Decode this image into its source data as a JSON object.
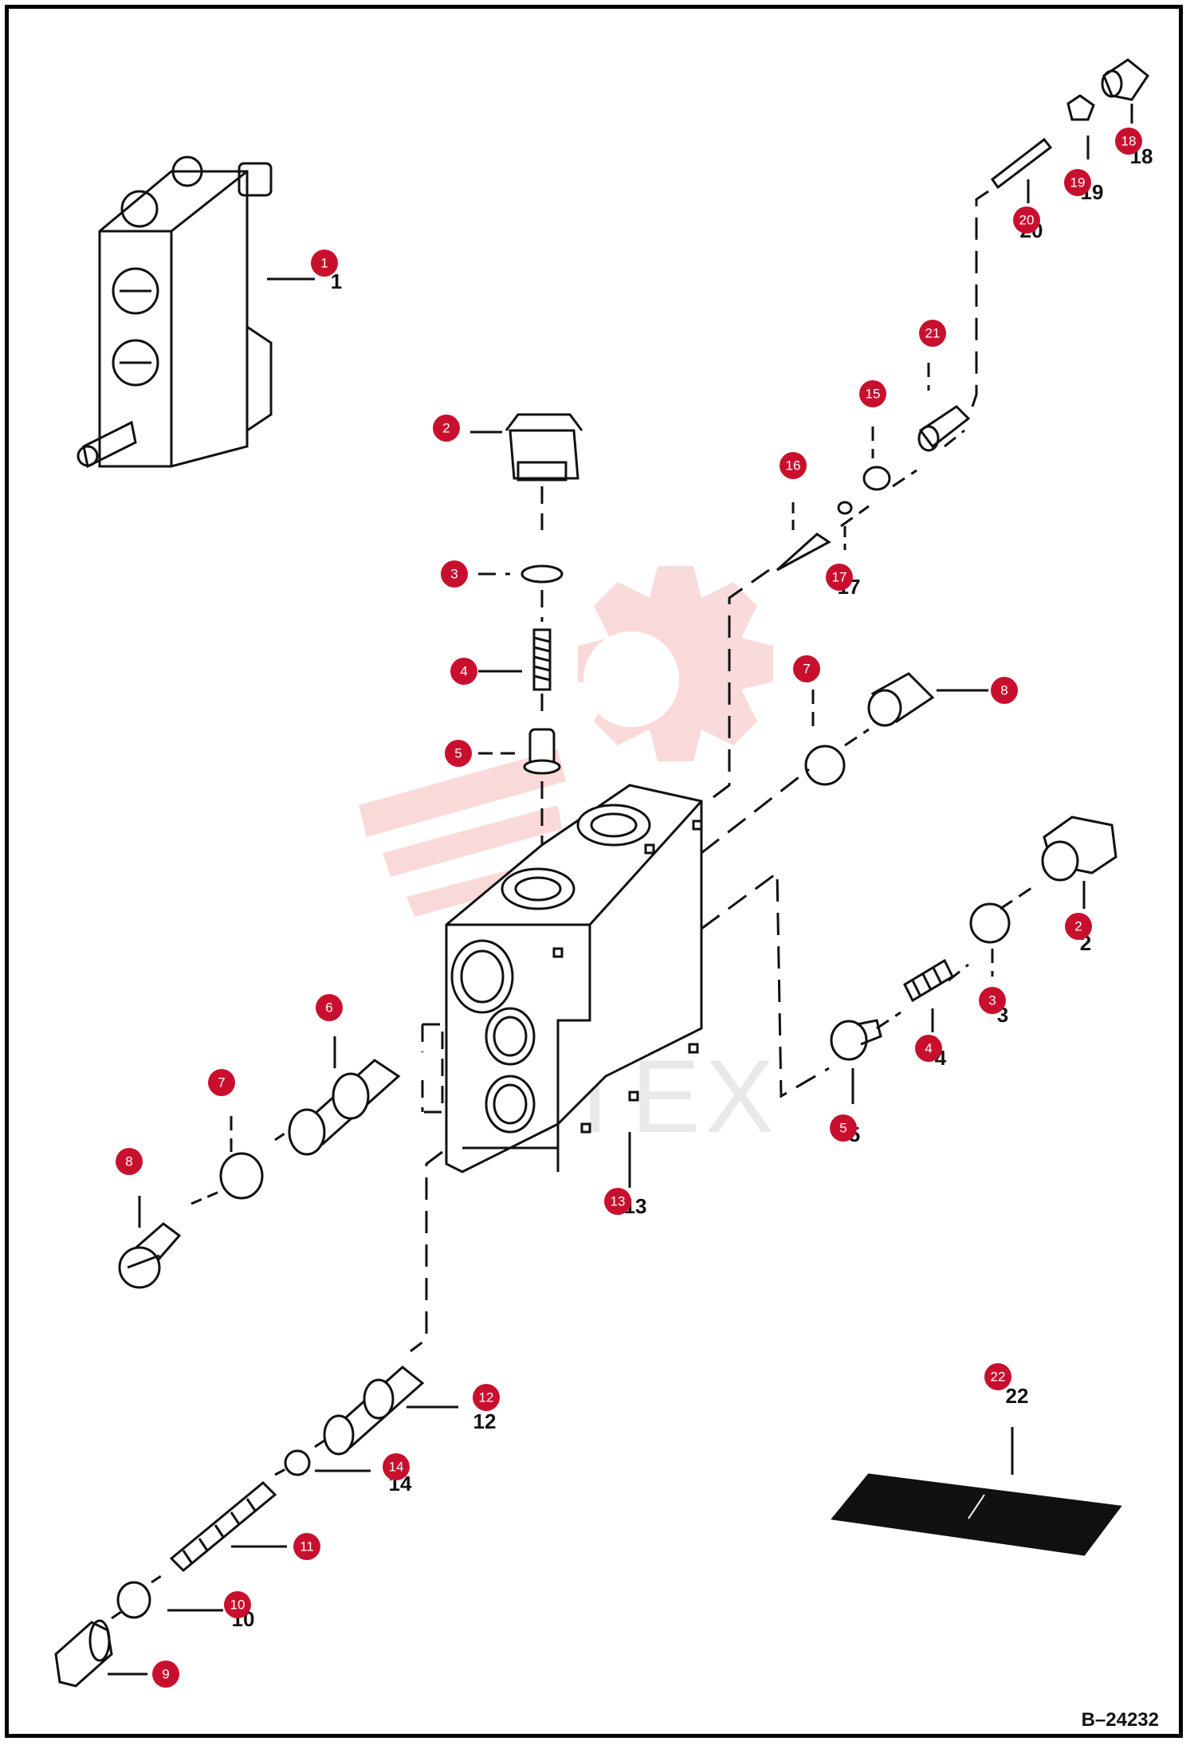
{
  "diagram": {
    "reference_code": "B–24232",
    "watermark_text": "IMTEX",
    "callouts": [
      {
        "id": "1",
        "label": "1"
      },
      {
        "id": "2a",
        "label": "2"
      },
      {
        "id": "2b",
        "label": "2"
      },
      {
        "id": "3a",
        "label": "3"
      },
      {
        "id": "3b",
        "label": "3"
      },
      {
        "id": "4a",
        "label": "4"
      },
      {
        "id": "4b",
        "label": "4"
      },
      {
        "id": "5a",
        "label": "5"
      },
      {
        "id": "5b",
        "label": "5"
      },
      {
        "id": "6",
        "label": "6"
      },
      {
        "id": "7a",
        "label": "7"
      },
      {
        "id": "7b",
        "label": "7"
      },
      {
        "id": "8a",
        "label": "8"
      },
      {
        "id": "8b",
        "label": "8"
      },
      {
        "id": "9",
        "label": "9"
      },
      {
        "id": "10",
        "label": "10"
      },
      {
        "id": "11",
        "label": "11"
      },
      {
        "id": "12",
        "label": "12"
      },
      {
        "id": "13",
        "label": "13"
      },
      {
        "id": "14",
        "label": "14"
      },
      {
        "id": "15",
        "label": "15"
      },
      {
        "id": "16",
        "label": "16"
      },
      {
        "id": "17",
        "label": "17"
      },
      {
        "id": "18",
        "label": "18"
      },
      {
        "id": "19",
        "label": "19"
      },
      {
        "id": "20",
        "label": "20"
      },
      {
        "id": "21",
        "label": "21"
      },
      {
        "id": "22",
        "label": "22"
      }
    ],
    "colors": {
      "badge": "#c8102e",
      "line_art": "#111111",
      "watermark_gear": "#e53935"
    }
  }
}
